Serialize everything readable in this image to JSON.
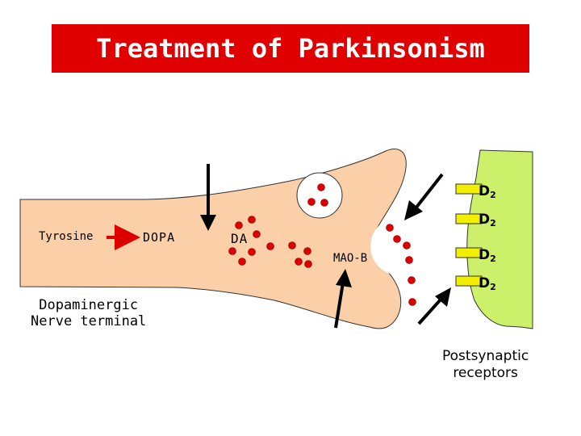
{
  "title": "Treatment of Parkinsonism",
  "labels": {
    "tyrosine": "Tyrosine",
    "dopa": "DOPA",
    "da": "DA",
    "mao_b": "MAO-B",
    "terminal_line1": "Dopaminergic",
    "terminal_line2": "Nerve terminal",
    "receptors_line1": "Postsynaptic",
    "receptors_line2": "receptors"
  },
  "receptors": [
    {
      "base": "D",
      "sub": "2"
    },
    {
      "base": "D",
      "sub": "2"
    },
    {
      "base": "D",
      "sub": "2"
    },
    {
      "base": "D",
      "sub": "2"
    }
  ],
  "colors": {
    "title_background": "#e00000",
    "title_text": "#ffffff",
    "terminal_fill": "#fbd0a8",
    "postsynaptic_fill": "#ccf06a",
    "receptor_fill": "#f2f000",
    "dopamine_dot": "#dd0000",
    "reaction_arrow": "#dd0000",
    "drug_arrow": "#000000"
  },
  "icons": {
    "conversion_arrow": "red-right-arrow",
    "drug_action_arrow": "black-arrow"
  }
}
